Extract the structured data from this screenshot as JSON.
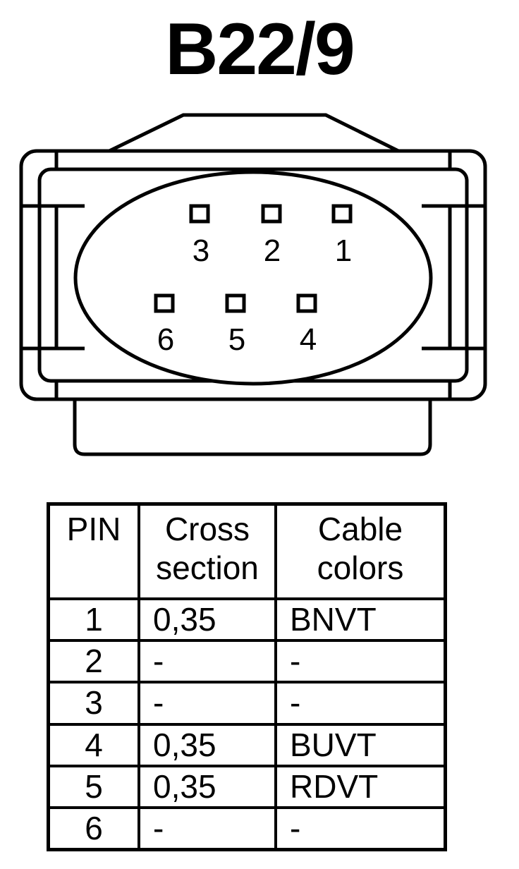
{
  "title": "B22/9",
  "connector": {
    "pins_top": [
      "3",
      "2",
      "1"
    ],
    "pins_bottom": [
      "6",
      "5",
      "4"
    ]
  },
  "table": {
    "headers": [
      "PIN",
      "Cross\nsection",
      "Cable\ncolors"
    ],
    "rows": [
      {
        "pin": "1",
        "cross": "0,35",
        "color": "BNVT"
      },
      {
        "pin": "2",
        "cross": "-",
        "color": "-"
      },
      {
        "pin": "3",
        "cross": "-",
        "color": "-"
      },
      {
        "pin": "4",
        "cross": "0,35",
        "color": "BUVT"
      },
      {
        "pin": "5",
        "cross": "0,35",
        "color": "RDVT"
      },
      {
        "pin": "6",
        "cross": "-",
        "color": "-"
      }
    ]
  }
}
